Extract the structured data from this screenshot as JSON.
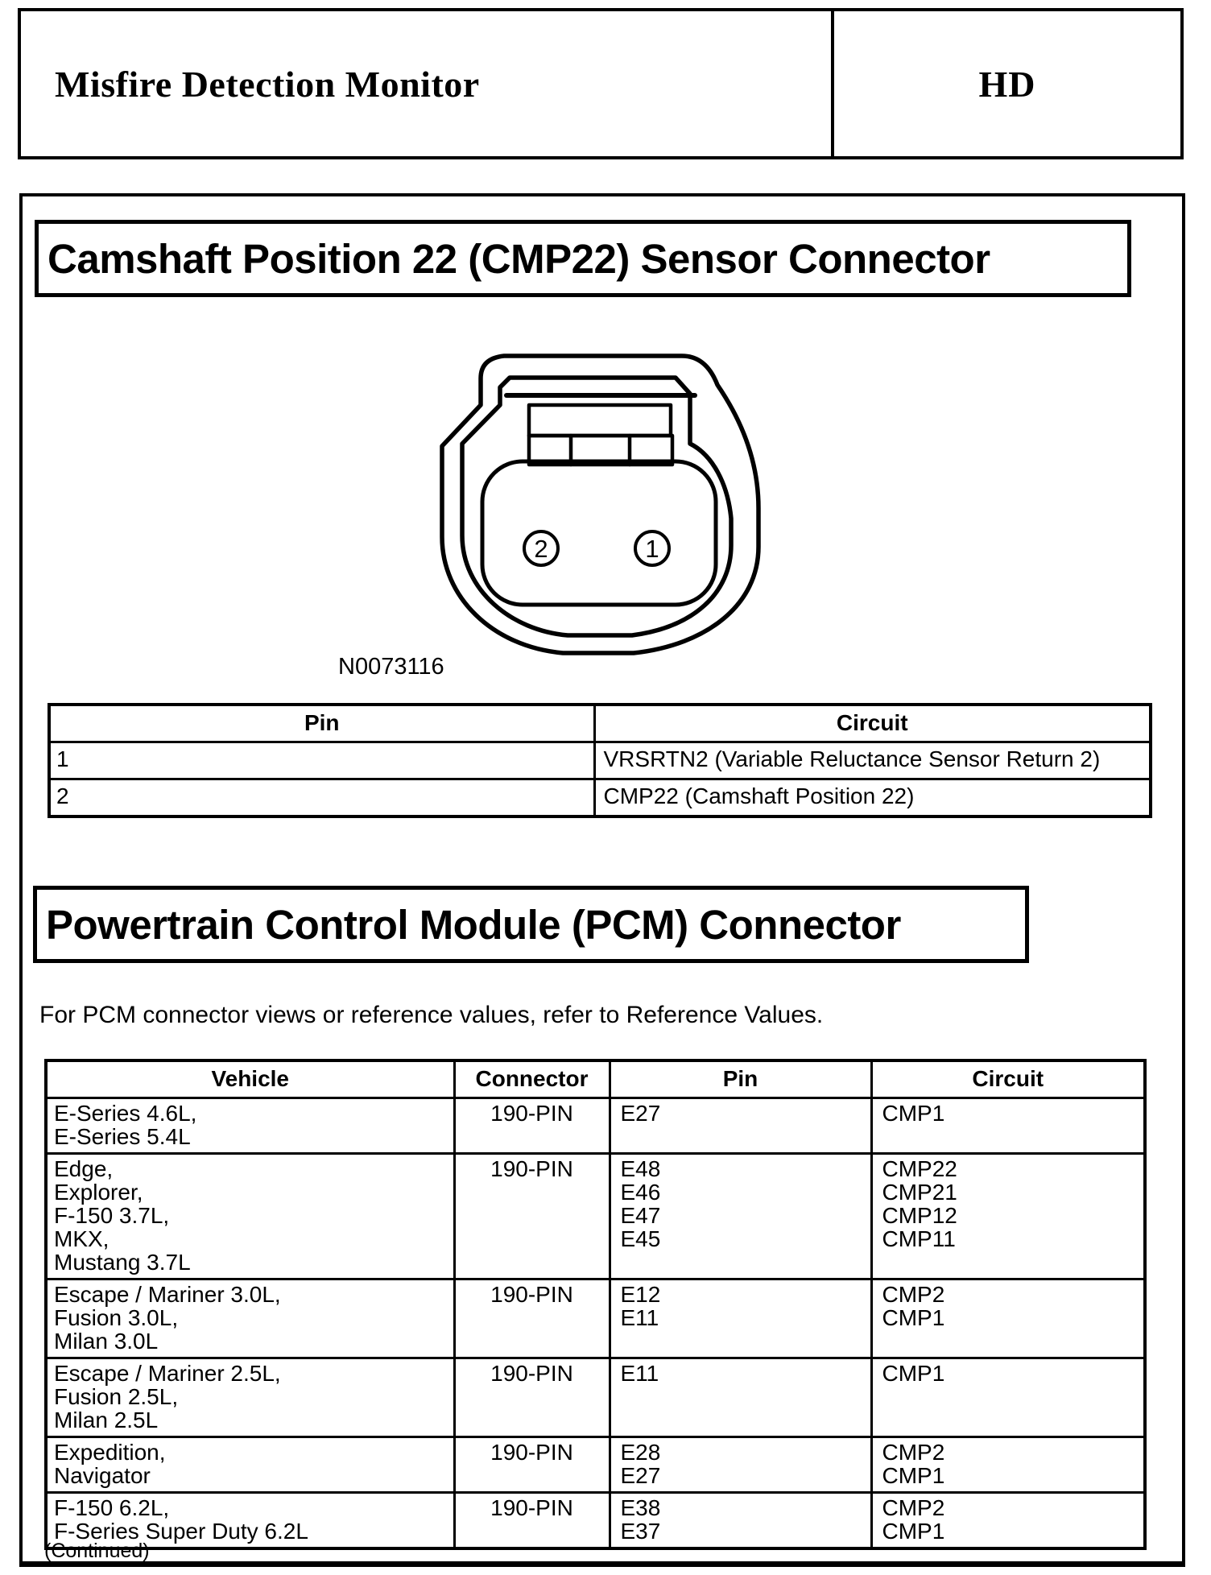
{
  "colors": {
    "ink": "#000000",
    "paper": "#ffffff"
  },
  "header": {
    "title": "Misfire Detection Monitor",
    "badge": "HD"
  },
  "section1": {
    "title": "Camshaft Position 22 (CMP22) Sensor Connector",
    "figure": {
      "label": "N0073116",
      "cavity_left": "2",
      "cavity_right": "1"
    },
    "pin_table": {
      "headers": [
        "Pin",
        "Circuit"
      ],
      "rows": [
        [
          "1",
          "VRSRTN2 (Variable Reluctance Sensor Return 2)"
        ],
        [
          "2",
          "CMP22 (Camshaft Position 22)"
        ]
      ]
    }
  },
  "section2": {
    "title": "Powertrain Control Module (PCM) Connector",
    "note_prefix": "For PCM connector views or reference values, refer to ",
    "note_link": "Reference Values.",
    "vehicle_table": {
      "headers": [
        "Vehicle",
        "Connector",
        "Pin",
        "Circuit"
      ],
      "rows": [
        {
          "vehicle": [
            "E-Series 4.6L,",
            "E-Series 5.4L"
          ],
          "connector": "190-PIN",
          "pins": [
            "E27"
          ],
          "circuits": [
            "CMP1"
          ]
        },
        {
          "vehicle": [
            "Edge,",
            "Explorer,",
            "F-150 3.7L,",
            "MKX,",
            "Mustang 3.7L"
          ],
          "connector": "190-PIN",
          "pins": [
            "E48",
            "E46",
            "E47",
            "E45"
          ],
          "circuits": [
            "CMP22",
            "CMP21",
            "CMP12",
            "CMP11"
          ]
        },
        {
          "vehicle": [
            "Escape / Mariner 3.0L,",
            "Fusion 3.0L,",
            "Milan 3.0L"
          ],
          "connector": "190-PIN",
          "pins": [
            "E12",
            "E11"
          ],
          "circuits": [
            "CMP2",
            "CMP1"
          ]
        },
        {
          "vehicle": [
            "Escape / Mariner 2.5L,",
            "Fusion 2.5L,",
            "Milan 2.5L"
          ],
          "connector": "190-PIN",
          "pins": [
            "E11"
          ],
          "circuits": [
            "CMP1"
          ]
        },
        {
          "vehicle": [
            "Expedition,",
            "Navigator"
          ],
          "connector": "190-PIN",
          "pins": [
            "E28",
            "E27"
          ],
          "circuits": [
            "CMP2",
            "CMP1"
          ]
        },
        {
          "vehicle": [
            "F-150 6.2L,",
            "F-Series Super Duty 6.2L"
          ],
          "connector": "190-PIN",
          "pins": [
            "E38",
            "E37"
          ],
          "circuits": [
            "CMP2",
            "CMP1"
          ]
        }
      ]
    },
    "continued": "(Continued)"
  }
}
